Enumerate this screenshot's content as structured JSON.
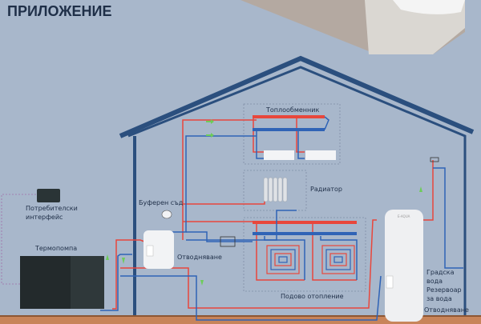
{
  "title": "ПРИЛОЖЕНИЕ",
  "labels": {
    "heat_exchanger": "Топлообменник",
    "radiator": "Радиатор",
    "buffer_tank": "Буферен съд",
    "user_interface_1": "Потребителски",
    "user_interface_2": "интерфейс",
    "heat_pump": "Термопомпа",
    "drain_buffer": "Отводняване",
    "floor_heating": "Подово отопление",
    "city_water_1": "Градска",
    "city_water_2": "вода",
    "water_tank_1": "Резервоар",
    "water_tank_2": "за вода",
    "drain_tank": "Отводняване",
    "tank_brand": "E-AQUA"
  },
  "colors": {
    "background": "#a8b7cb",
    "house": "#2b4f7e",
    "hot_pipe": "#e8473c",
    "cold_pipe": "#2f63b6",
    "flow_arrow": "#6dcc5a",
    "title": "#1f2f48"
  }
}
